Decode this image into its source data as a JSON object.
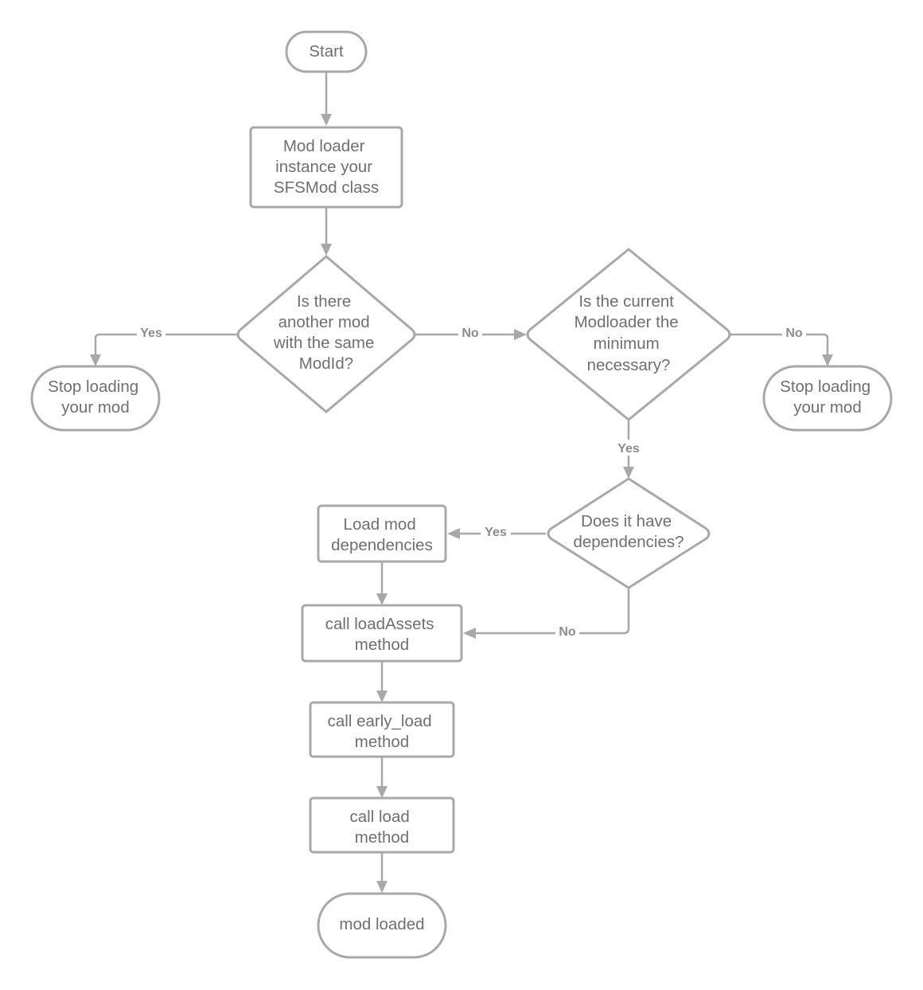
{
  "nodes": {
    "start": {
      "lines": [
        "Start"
      ]
    },
    "mod_loader_instance": {
      "lines": [
        "Mod loader",
        "instance your",
        "SFSMod class"
      ]
    },
    "same_modid_question": {
      "lines": [
        "Is there",
        "another mod",
        "with the same",
        "ModId?"
      ]
    },
    "stop_loading_left": {
      "lines": [
        "Stop loading",
        "your mod"
      ]
    },
    "modloader_minimum_question": {
      "lines": [
        "Is the current",
        "Modloader the",
        "minimum",
        "necessary?"
      ]
    },
    "stop_loading_right": {
      "lines": [
        "Stop loading",
        "your mod"
      ]
    },
    "dependencies_question": {
      "lines": [
        "Does it have",
        "dependencies?"
      ]
    },
    "load_dependencies": {
      "lines": [
        "Load mod",
        "dependencies"
      ]
    },
    "call_load_assets": {
      "lines": [
        "call loadAssets",
        "method"
      ]
    },
    "call_early_load": {
      "lines": [
        "call early_load",
        "method"
      ]
    },
    "call_load": {
      "lines": [
        "call load",
        "method"
      ]
    },
    "mod_loaded": {
      "lines": [
        "mod loaded"
      ]
    }
  },
  "edges": {
    "same_modid_yes": "Yes",
    "same_modid_no": "No",
    "modloader_no": "No",
    "modloader_yes": "Yes",
    "dependencies_yes": "Yes",
    "dependencies_no": "No"
  }
}
